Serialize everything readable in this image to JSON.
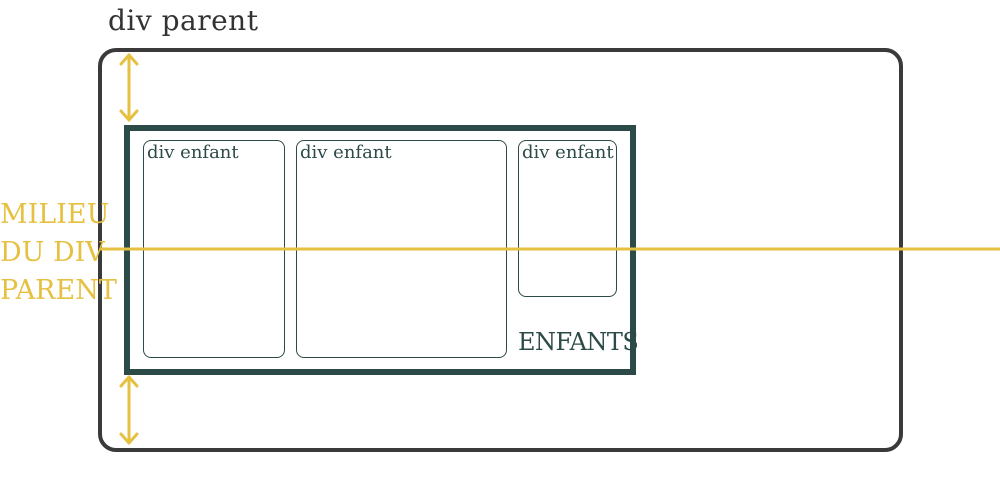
{
  "parent": {
    "label": "div parent",
    "border_color": "#3a3a3a"
  },
  "children_container": {
    "label": "ENFANTS",
    "border_color": "#2c4a47"
  },
  "children": [
    {
      "label": "div enfant"
    },
    {
      "label": "div enfant"
    },
    {
      "label": "div enfant"
    }
  ],
  "milieu": {
    "lines": [
      "MILIEU",
      "DU DIV",
      "PARENT"
    ],
    "color": "#e6c040"
  }
}
